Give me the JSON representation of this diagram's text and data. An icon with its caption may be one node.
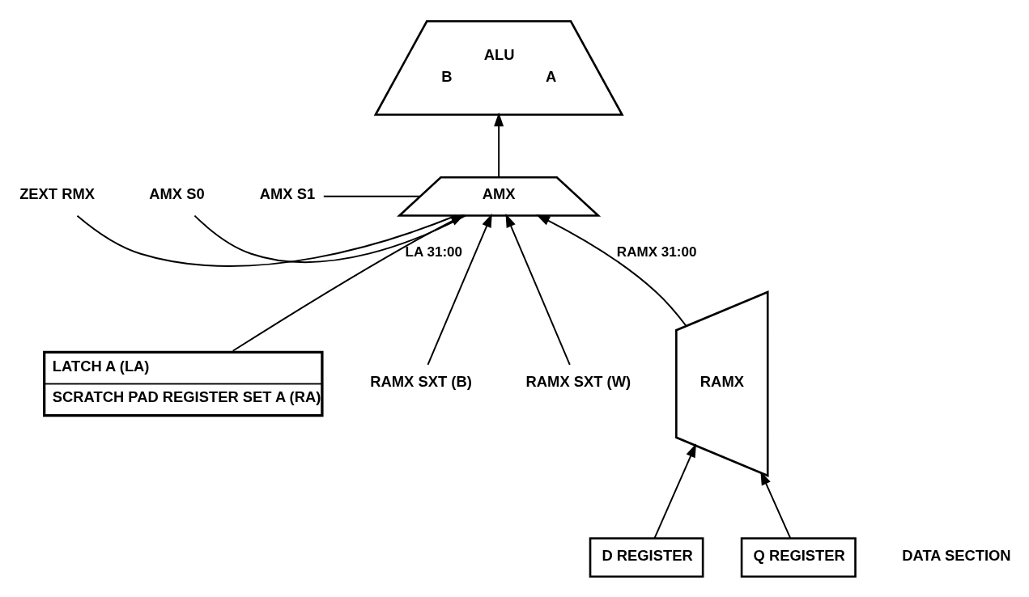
{
  "diagram": {
    "nodes": [
      {
        "text": [
          "ALU",
          "B",
          "A"
        ]
      },
      {
        "text": [
          "AMX"
        ]
      },
      {
        "text": [
          "ZEXT RMX"
        ]
      },
      {
        "text": [
          "AMX S0"
        ]
      },
      {
        "text": [
          "AMX S1"
        ]
      },
      {
        "text": [
          "LATCH A (LA)",
          "SCRATCH PAD REGISTER SET A (RA)"
        ]
      },
      {
        "text": [
          "RAMX SXT (B)"
        ]
      },
      {
        "text": [
          "RAMX SXT (W)"
        ]
      },
      {
        "text": [
          "RAMX"
        ]
      },
      {
        "text": [
          "D REGISTER"
        ]
      },
      {
        "text": [
          "Q REGISTER"
        ]
      }
    ],
    "edges": [
      {
        "from": 1,
        "to": 0,
        "arrow": "to"
      },
      {
        "from": 2,
        "to": 1,
        "arrow": "none"
      },
      {
        "from": 3,
        "to": 1,
        "arrow": "none"
      },
      {
        "from": 4,
        "to": 1,
        "arrow": "none"
      },
      {
        "from": 5,
        "to": 1,
        "arrow": "to",
        "label": "LA 31:00"
      },
      {
        "from": 6,
        "to": 1,
        "arrow": "to"
      },
      {
        "from": 7,
        "to": 1,
        "arrow": "to"
      },
      {
        "from": 8,
        "to": 1,
        "arrow": "to",
        "label": "RAMX 31:00"
      },
      {
        "from": 9,
        "to": 8,
        "arrow": "to"
      },
      {
        "from": 10,
        "to": 8,
        "arrow": "to"
      }
    ],
    "labels": [
      "DATA SECTION"
    ]
  }
}
